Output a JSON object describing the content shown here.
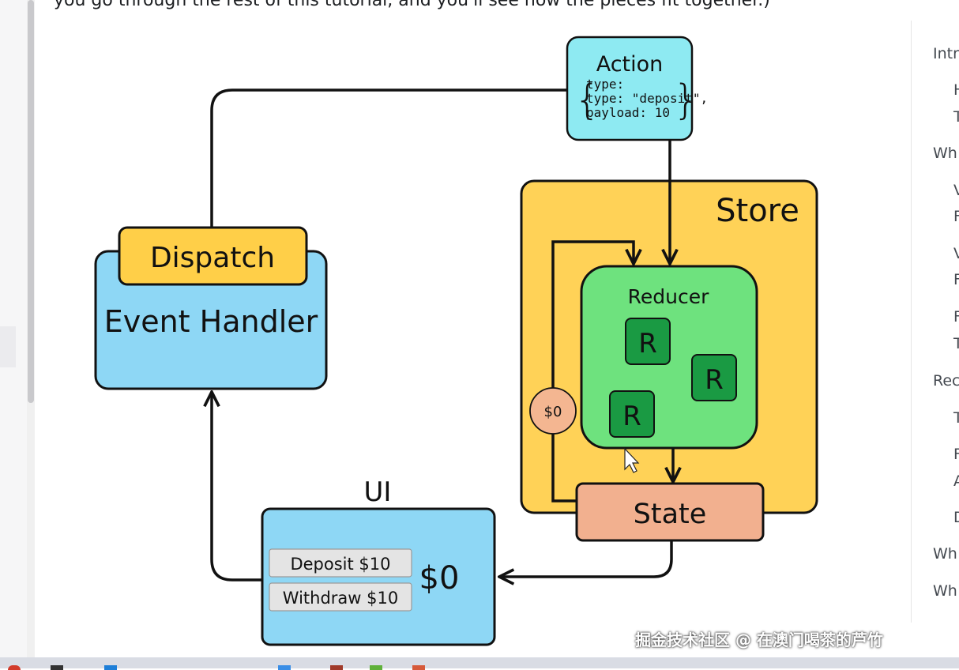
{
  "page": {
    "top_text": "you go through the rest of this tutorial, and you'll see how the pieces fit together.)"
  },
  "diagram": {
    "action": {
      "title": "Action",
      "lines": [
        "type: \"deposit\",",
        "payload: 10"
      ]
    },
    "store": {
      "label": "Store"
    },
    "reducer": {
      "label": "Reducer",
      "mini_labels": [
        "R",
        "R",
        "R"
      ]
    },
    "state": {
      "label": "State"
    },
    "state_value_bubble": "$0",
    "dispatch": {
      "label": "Dispatch"
    },
    "event_handler": {
      "label": "Event Handler"
    },
    "ui": {
      "title": "UI",
      "deposit_button": "Deposit $10",
      "withdraw_button": "Withdraw $10",
      "balance": "$0"
    },
    "colors": {
      "action": "#8eeaf2",
      "store": "#ffd257",
      "reducer": "#6ee27e",
      "reducer_r": "#1a9a43",
      "state": "#f2b08f",
      "dispatch": "#ffcf48",
      "event_handler": "#8ed7f5",
      "ui": "#8ed7f5",
      "bubble": "#f4b691"
    }
  },
  "toc": {
    "items": [
      "Intr",
      "H",
      "T",
      "Wh",
      "V",
      "F",
      "V",
      "F",
      "F",
      "T",
      "Rec",
      "T",
      "F",
      "A",
      "D",
      "Wh",
      "Wh"
    ]
  },
  "watermark": "掘金技术社区 @ 在澳门喝茶的芦竹"
}
